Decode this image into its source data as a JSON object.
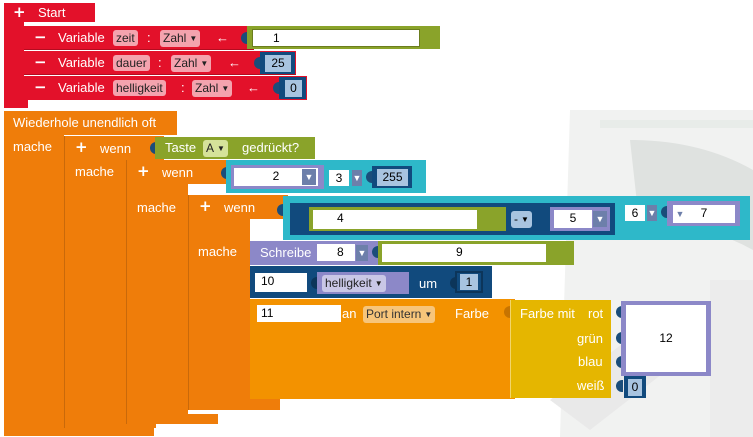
{
  "colors": {
    "red": "#e3112a",
    "orange": "#ef7d0a",
    "orange_light": "#f39200",
    "green": "#8aa32a",
    "teal": "#2eb8c9",
    "purple": "#8c88c8",
    "navy": "#114a7d",
    "yellow": "#e5b600"
  },
  "start": {
    "label": "Start",
    "vars": [
      {
        "keyword": "Variable",
        "name": "zeit",
        "type": "Zahl",
        "value": "1"
      },
      {
        "keyword": "Variable",
        "name": "dauer",
        "type": "Zahl",
        "value": "25"
      },
      {
        "keyword": "Variable",
        "name": "helligkeit",
        "type": "Zahl",
        "value": "0"
      }
    ],
    "colon": ":",
    "arrow": "←"
  },
  "loop": {
    "label": "Wiederhole unendlich oft",
    "do": "mache"
  },
  "if1": {
    "label": "wenn",
    "do": "mache",
    "cond_prefix": "Taste",
    "cond_key": "A",
    "cond_suffix": "gedrückt?"
  },
  "if2": {
    "label": "wenn",
    "do": "mache",
    "field_a": "2",
    "field_b": "3",
    "field_c": "255"
  },
  "if3": {
    "label": "wenn",
    "do": "mache",
    "field_a": "4",
    "op": "-",
    "field_b": "5",
    "field_c": "6",
    "field_d": "7"
  },
  "write": {
    "label": "Schreibe",
    "field_a": "8",
    "field_b": "9"
  },
  "change": {
    "field_a": "10",
    "variable": "helligkeit",
    "by": "um",
    "value": "1"
  },
  "led": {
    "field_a": "11",
    "at": "an",
    "port": "Port intern",
    "color_label": "Farbe",
    "color_block": "Farbe mit",
    "red": "rot",
    "green": "grün",
    "blue": "blau",
    "white": "weiß",
    "rgb_value": "12",
    "white_value": "0"
  },
  "icons": {
    "plus": "+",
    "minus": "−",
    "dropdown": "▼"
  }
}
